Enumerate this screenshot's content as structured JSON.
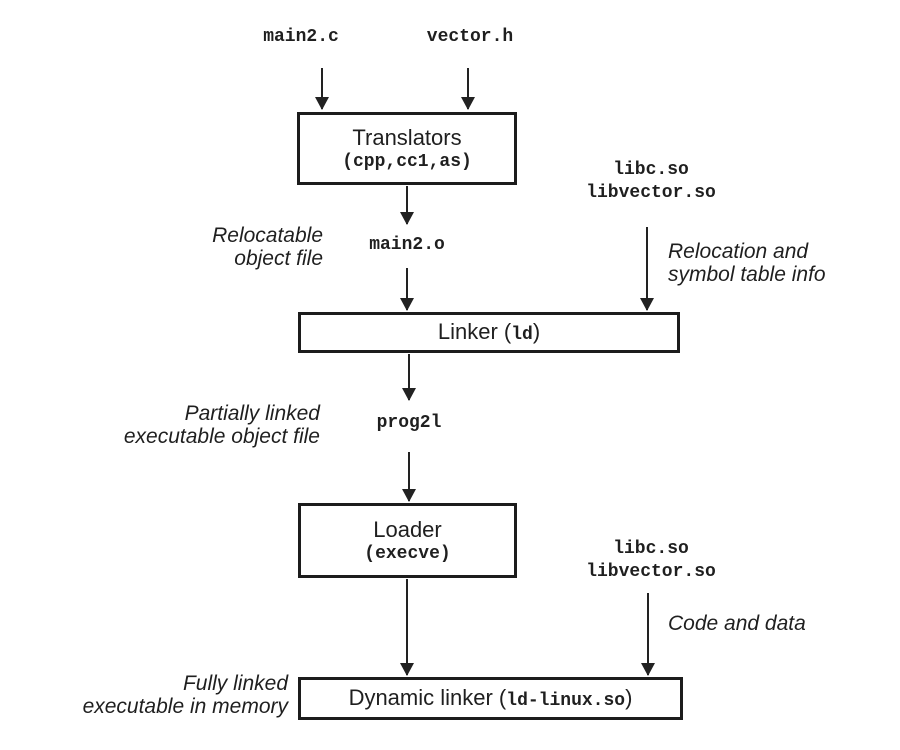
{
  "colors": {
    "ink": "#1f1f1f",
    "box_border": "#1c1c1c",
    "background": "#ffffff",
    "arrow": "#222222"
  },
  "files": {
    "main2_c": "main2.c",
    "vector_h": "vector.h",
    "libs_top": [
      "libc.so",
      "libvector.so"
    ],
    "main2_o": "main2.o",
    "prog2l": "prog2l",
    "libs_bottom": [
      "libc.so",
      "libvector.so"
    ]
  },
  "nodes": {
    "translators": {
      "title": "Translators",
      "subtitle": "(cpp,cc1,as)"
    },
    "linker": {
      "prefix": "Linker (",
      "mono": "ld",
      "suffix": ")"
    },
    "loader": {
      "title": "Loader",
      "subtitle": "(execve)"
    },
    "dynamic_linker": {
      "prefix": "Dynamic linker (",
      "mono": "ld-linux.so",
      "suffix": ")"
    }
  },
  "annotations": {
    "relocatable": [
      "Relocatable",
      "object file"
    ],
    "relocation_info": [
      "Relocation and",
      "symbol table info"
    ],
    "partially_linked": [
      "Partially linked",
      "executable object file"
    ],
    "code_and_data": "Code and data",
    "fully_linked": [
      "Fully linked",
      "executable in memory"
    ]
  }
}
